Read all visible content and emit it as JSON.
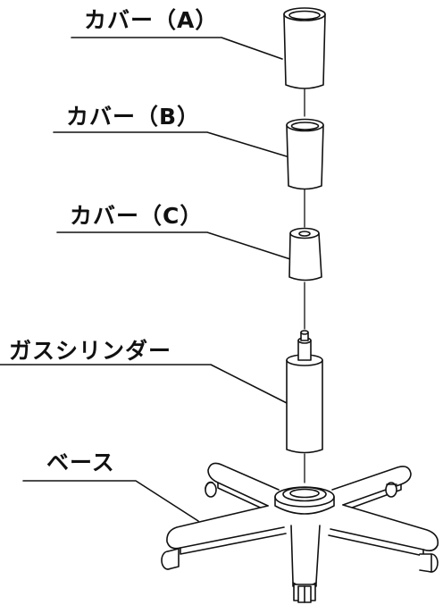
{
  "labels": {
    "cover_a": "カバー（A）",
    "cover_b": "カバー（B）",
    "cover_c": "カバー（C）",
    "gas_cylinder": "ガスシリンダー",
    "base": "ベース"
  }
}
